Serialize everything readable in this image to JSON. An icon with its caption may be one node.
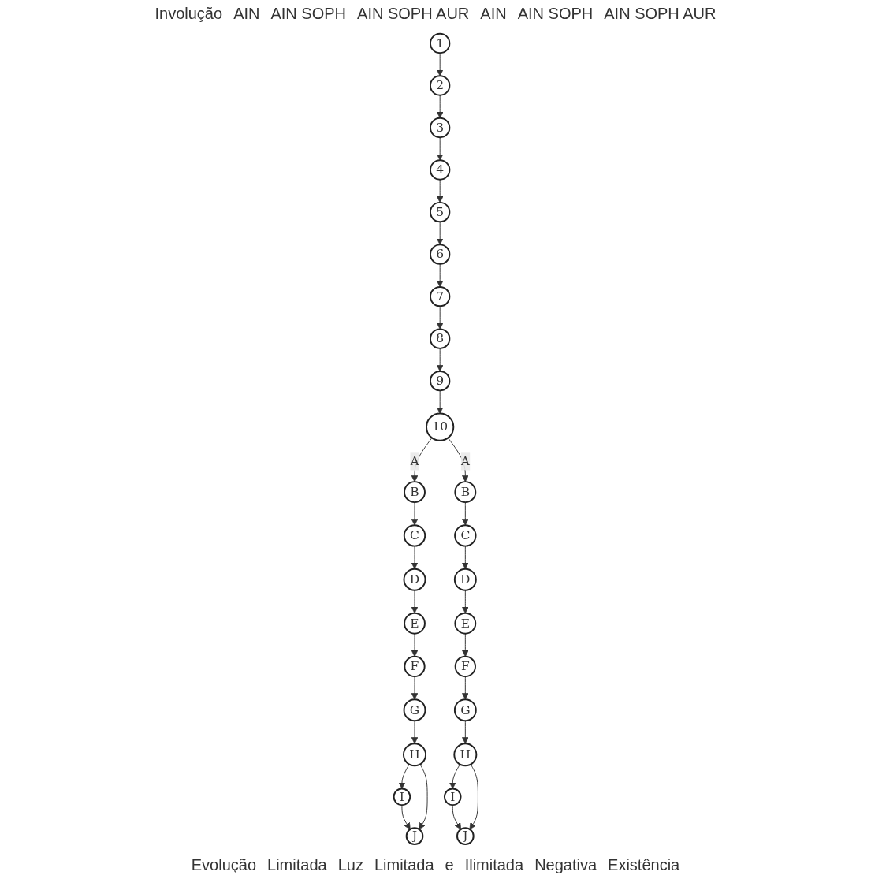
{
  "diagram": {
    "nodes": [
      {
        "text": [
          "1"
        ]
      },
      {
        "text": [
          "2"
        ]
      },
      {
        "text": [
          "3"
        ]
      },
      {
        "text": [
          "4"
        ]
      },
      {
        "text": [
          "5"
        ]
      },
      {
        "text": [
          "6"
        ]
      },
      {
        "text": [
          "7"
        ]
      },
      {
        "text": [
          "8"
        ]
      },
      {
        "text": [
          "9"
        ]
      },
      {
        "text": [
          "10"
        ]
      },
      {
        "text": [
          "B"
        ]
      },
      {
        "text": [
          "C"
        ]
      },
      {
        "text": [
          "D"
        ]
      },
      {
        "text": [
          "E"
        ]
      },
      {
        "text": [
          "F"
        ]
      },
      {
        "text": [
          "G"
        ]
      },
      {
        "text": [
          "H"
        ]
      },
      {
        "text": [
          "I"
        ]
      },
      {
        "text": [
          "J"
        ]
      },
      {
        "text": [
          "B"
        ]
      },
      {
        "text": [
          "C"
        ]
      },
      {
        "text": [
          "D"
        ]
      },
      {
        "text": [
          "E"
        ]
      },
      {
        "text": [
          "F"
        ]
      },
      {
        "text": [
          "G"
        ]
      },
      {
        "text": [
          "H"
        ]
      },
      {
        "text": [
          "I"
        ]
      },
      {
        "text": [
          "J"
        ]
      }
    ],
    "edges": [
      {
        "from": 0,
        "to": 1,
        "arrow": "to"
      },
      {
        "from": 1,
        "to": 2,
        "arrow": "to"
      },
      {
        "from": 2,
        "to": 3,
        "arrow": "to"
      },
      {
        "from": 3,
        "to": 4,
        "arrow": "to"
      },
      {
        "from": 4,
        "to": 5,
        "arrow": "to"
      },
      {
        "from": 5,
        "to": 6,
        "arrow": "to"
      },
      {
        "from": 6,
        "to": 7,
        "arrow": "to"
      },
      {
        "from": 7,
        "to": 8,
        "arrow": "to"
      },
      {
        "from": 8,
        "to": 9,
        "arrow": "to"
      },
      {
        "from": 9,
        "to": 10,
        "arrow": "to",
        "label": "A"
      },
      {
        "from": 10,
        "to": 11,
        "arrow": "to"
      },
      {
        "from": 11,
        "to": 12,
        "arrow": "to"
      },
      {
        "from": 12,
        "to": 13,
        "arrow": "to"
      },
      {
        "from": 13,
        "to": 14,
        "arrow": "to"
      },
      {
        "from": 14,
        "to": 15,
        "arrow": "to"
      },
      {
        "from": 15,
        "to": 16,
        "arrow": "to"
      },
      {
        "from": 16,
        "to": 17,
        "arrow": "to"
      },
      {
        "from": 17,
        "to": 18,
        "arrow": "to"
      },
      {
        "from": 16,
        "to": 18,
        "arrow": "to"
      },
      {
        "from": 9,
        "to": 19,
        "arrow": "to",
        "label": "A"
      },
      {
        "from": 19,
        "to": 20,
        "arrow": "to"
      },
      {
        "from": 20,
        "to": 21,
        "arrow": "to"
      },
      {
        "from": 21,
        "to": 22,
        "arrow": "to"
      },
      {
        "from": 22,
        "to": 23,
        "arrow": "to"
      },
      {
        "from": 23,
        "to": 24,
        "arrow": "to"
      },
      {
        "from": 24,
        "to": 25,
        "arrow": "to"
      },
      {
        "from": 25,
        "to": 26,
        "arrow": "to"
      },
      {
        "from": 26,
        "to": 27,
        "arrow": "to"
      },
      {
        "from": 25,
        "to": 27,
        "arrow": "to"
      }
    ],
    "labels": [
      "Involução",
      "AIN",
      "AIN SOPH",
      "AIN SOPH AUR",
      "AIN",
      "AIN SOPH",
      "AIN SOPH AUR",
      "Evolução",
      "Limitada",
      "Luz",
      "Limitada",
      "e",
      "Ilimitada",
      "Negativa",
      "Existência"
    ]
  }
}
